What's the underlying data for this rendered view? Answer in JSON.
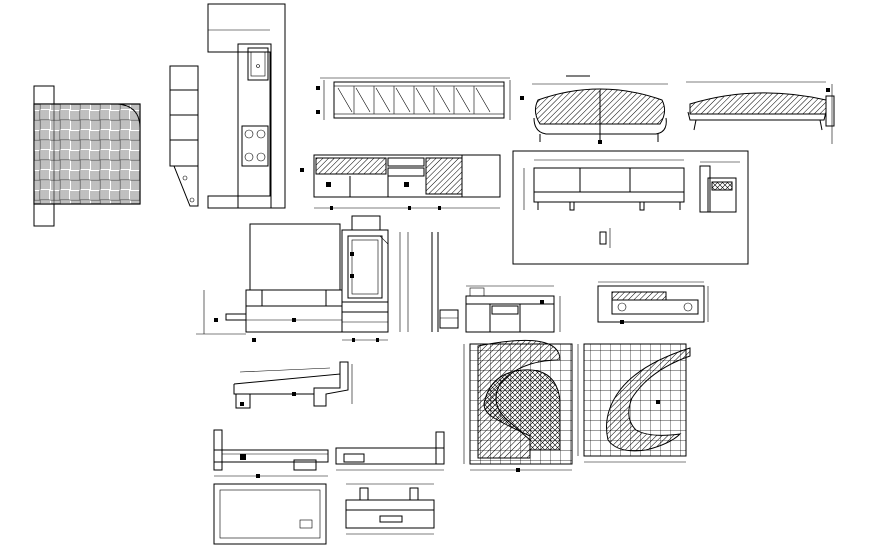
{
  "drawing": {
    "background": "#ffffff",
    "line_color": "#000000",
    "panels": [
      "parquet-table-plan",
      "tall-shelf-elevation",
      "kitchen-counter-plan",
      "upper-cabinet-elevation",
      "lower-cabinet-elevation",
      "sofa-front-elevation",
      "sofa-side-elevation",
      "bench-detail-frame",
      "tv-unit-elevation",
      "side-cabinet-elevation",
      "desk-unit-elevation",
      "console-elevation",
      "chaise-section",
      "grid-wall-panel-left",
      "grid-wall-panel-right",
      "bed-side-elevation",
      "bed-front-elevation",
      "rug-plan",
      "bed-detail-elevation"
    ]
  }
}
